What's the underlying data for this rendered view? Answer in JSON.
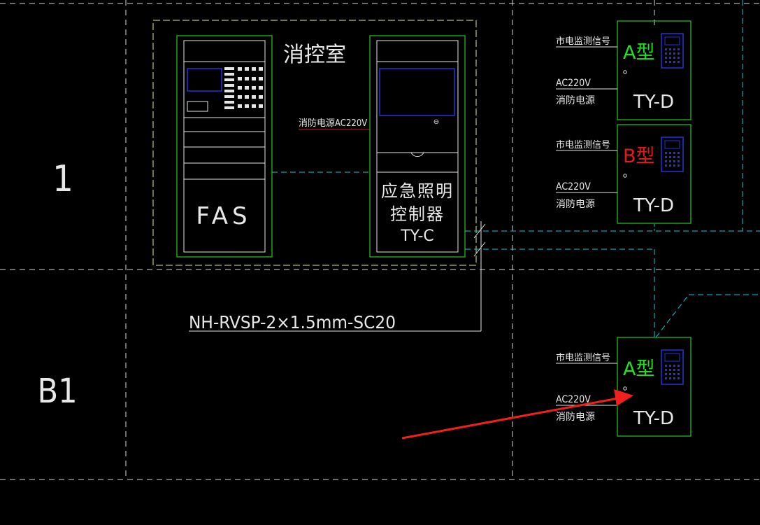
{
  "floors": {
    "upper": "1",
    "lower": "B1"
  },
  "room_label": "消控室",
  "fas": {
    "label": "FAS"
  },
  "controller": {
    "line1": "应急照明",
    "line2": "控制器",
    "line3": "TY-C",
    "indicator": "⊖"
  },
  "power_feed_label": "消防电源AC220V",
  "cable_spec": "NH-RVSP-2×1.5mm-SC20",
  "panels": [
    {
      "id": "top",
      "type_label": "A型",
      "type_color": "#21e021",
      "signal_label": "市电监测信号",
      "power_label_1": "AC220V",
      "power_label_2": "消防电源",
      "model": "TY-D"
    },
    {
      "id": "mid",
      "type_label": "B型",
      "type_color": "#e01b1b",
      "signal_label": "市电监测信号",
      "power_label_1": "AC220V",
      "power_label_2": "消防电源",
      "model": "TY-D"
    },
    {
      "id": "bottom",
      "type_label": "A型",
      "type_color": "#21e021",
      "signal_label": "市电监测信号",
      "power_label_1": "AC220V",
      "power_label_2": "消防电源",
      "model": "TY-D"
    }
  ],
  "colors": {
    "background": "#000000",
    "equipment_outline": "#21c921",
    "room_boundary": "#e6e6a8",
    "grid_line": "#d8d8d8",
    "signal_line": "#16c8d6",
    "feed_line": "#d11a1a",
    "screen_outline": "#2433d6",
    "annotation_arrow": "#f0201e"
  }
}
